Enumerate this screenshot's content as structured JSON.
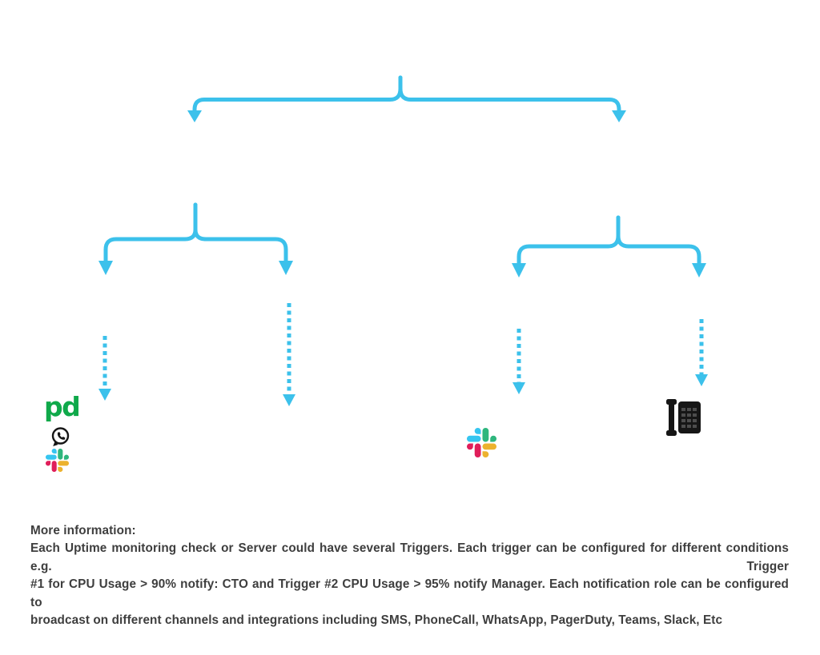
{
  "colors": {
    "connector_blue": "#3cc1eb",
    "pagerduty_green": "#0fa94a",
    "text_gray": "#3e3e3e",
    "icon_dark": "#161616",
    "background": "#ffffff",
    "slack_blue": "#36C5F0",
    "slack_green": "#2EB67D",
    "slack_red": "#E01E5A",
    "slack_yellow": "#ECB22E"
  },
  "icons": {
    "pagerduty_label": "pd",
    "names": [
      "pagerduty-logo",
      "whatsapp-icon",
      "slack-icon",
      "slack-icon",
      "phone-keypad-icon"
    ]
  },
  "footer": {
    "heading": "More information:",
    "lines": [
      "Each Uptime monitoring check or Server could have several Triggers. Each trigger can be configured for different conditions e.g. Trigger",
      "#1 for CPU Usage > 90% notify: CTO and Trigger #2 CPU Usage > 95% notify Manager. Each notification role can be configured to",
      "broadcast on different channels and integrations including SMS, PhoneCall, WhatsApp, PagerDuty, Teams, Slack, Etc"
    ]
  }
}
